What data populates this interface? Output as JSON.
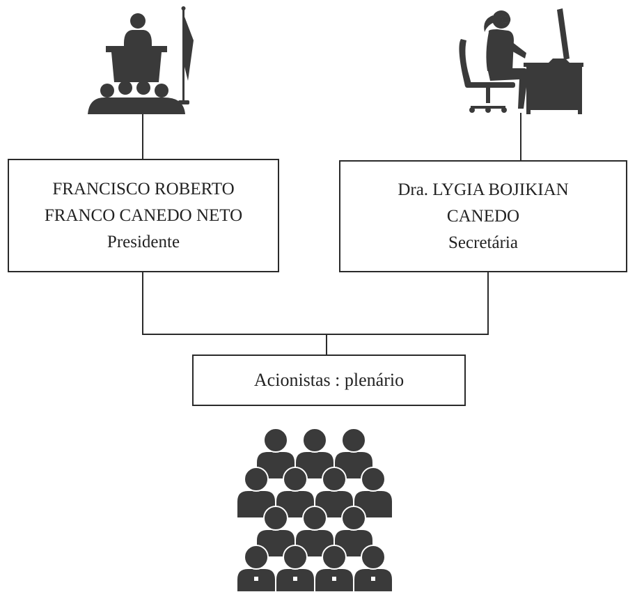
{
  "colors": {
    "icon": "#3a3a3a",
    "line": "#2a2a2a",
    "text": "#222222",
    "background": "#ffffff"
  },
  "icons": {
    "president": "speaker-at-podium-icon",
    "secretary": "woman-at-computer-desk-icon",
    "shareholders": "audience-crowd-icon"
  },
  "president": {
    "name_line1": "FRANCISCO ROBERTO",
    "name_line2": "FRANCO CANEDO NETO",
    "role": "Presidente"
  },
  "secretary": {
    "name_line1": "Dra. LYGIA BOJIKIAN",
    "name_line2": "CANEDO",
    "role": "Secretária"
  },
  "shareholders": {
    "label": "Acionistas : plenário"
  }
}
